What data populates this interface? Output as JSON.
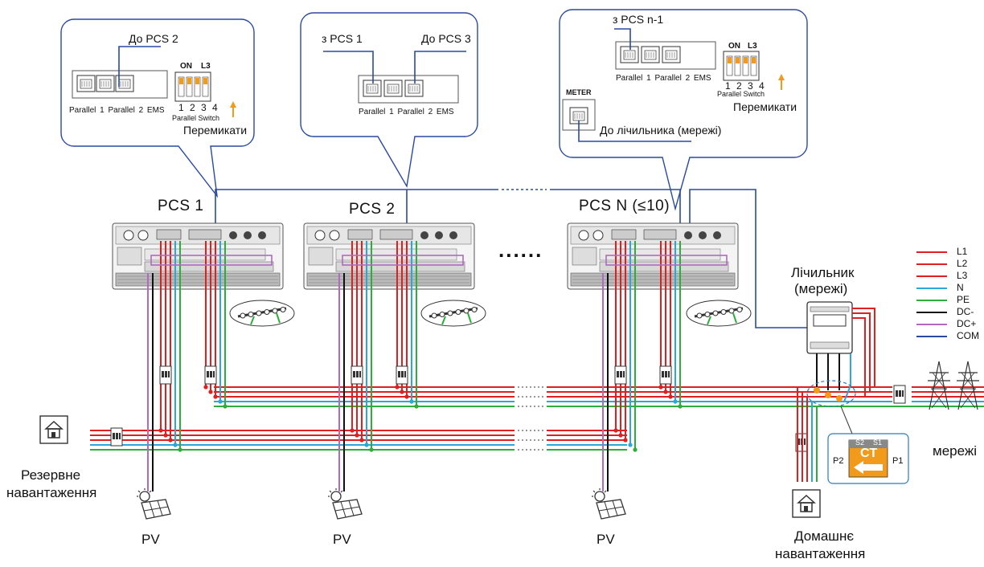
{
  "callouts": {
    "c1": {
      "to_label": "До PCS 2",
      "ports": "Parallel 1  Parallel 2  EMS",
      "switch_on": "ON",
      "switch_l3": "L3",
      "switch_nums": "1 2 3 4",
      "switch_caption": "Parallel Switch",
      "toggle_label": "Перемикати"
    },
    "c2": {
      "from_label": "з PCS 1",
      "to_label": "До PCS 3",
      "ports": "Parallel 1  Parallel 2  EMS"
    },
    "c3": {
      "from_label": "з PCS n-1",
      "ports": "Parallel 1  Parallel 2  EMS",
      "switch_on": "ON",
      "switch_l3": "L3",
      "switch_nums": "1 2 3 4",
      "switch_caption": "Parallel Switch",
      "toggle_label": "Перемикати",
      "meter_port": "METER",
      "meter_label": "До лічильника (мережі)"
    }
  },
  "units": {
    "pcs1": "PCS 1",
    "pcs2": "PCS 2",
    "pcsn": "PCS N (≤10)",
    "ellipsis": "......"
  },
  "meter": {
    "label_line1": "Лічильник",
    "label_line2": "(мережі)"
  },
  "ct": {
    "s2": "S2",
    "s1": "S1",
    "p2": "P2",
    "p1": "P1",
    "ct": "CT"
  },
  "loads": {
    "backup_line1": "Резервне",
    "backup_line2": "навантаження",
    "home_line1": "Домашнє",
    "home_line2": "навантаження",
    "grid": "мережі"
  },
  "pv": {
    "pv1": "PV",
    "pv2": "PV",
    "pv3": "PV"
  },
  "legend": [
    {
      "label": "L1",
      "color": "#e02020"
    },
    {
      "label": "L2",
      "color": "#e02020"
    },
    {
      "label": "L3",
      "color": "#e02020"
    },
    {
      "label": "N",
      "color": "#2aa8d8"
    },
    {
      "label": "PE",
      "color": "#2cae3a"
    },
    {
      "label": "DC-",
      "color": "#111111"
    },
    {
      "label": "DC+",
      "color": "#b06ac0"
    },
    {
      "label": "COM",
      "color": "#2a4aa0"
    }
  ],
  "colors": {
    "com": "#2a4aa0",
    "ct_orange": "#f29a1a"
  }
}
